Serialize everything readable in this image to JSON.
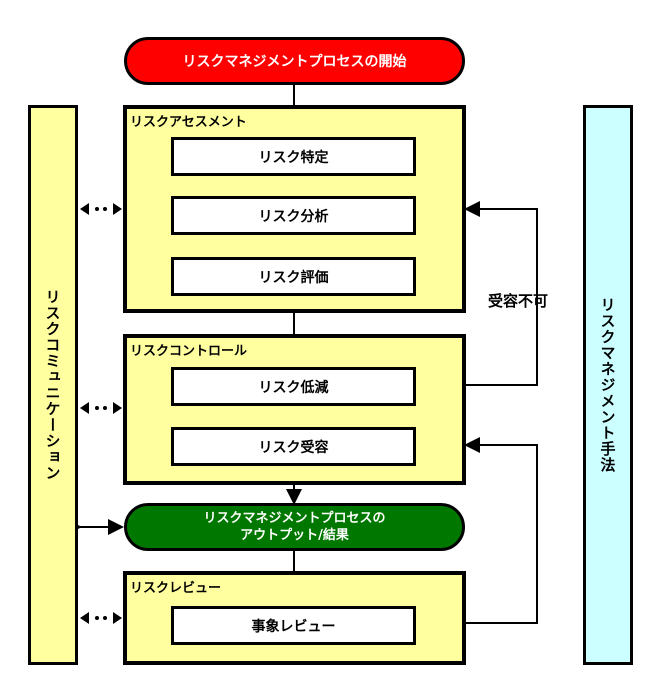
{
  "start": "リスクマネジメントプロセスの開始",
  "assessment": {
    "title": "リスクアセスメント",
    "steps": [
      "リスク特定",
      "リスク分析",
      "リスク評価"
    ]
  },
  "control": {
    "title": "リスクコントロール",
    "steps": [
      "リスク低減",
      "リスク受容"
    ]
  },
  "output": {
    "line1": "リスクマネジメントプロセスの",
    "line2": "アウトプット/結果"
  },
  "review": {
    "title": "リスクレビュー",
    "steps": [
      "事象レビュー"
    ]
  },
  "communication": "リスクコミュニケーション",
  "tools": "リスクマネジメント手法",
  "feedback_label": "受容不可",
  "colors": {
    "start": "#ff0000",
    "output": "#007800",
    "group": "#ffffa0",
    "communication": "#ffffa0",
    "tools": "#ccffff"
  }
}
